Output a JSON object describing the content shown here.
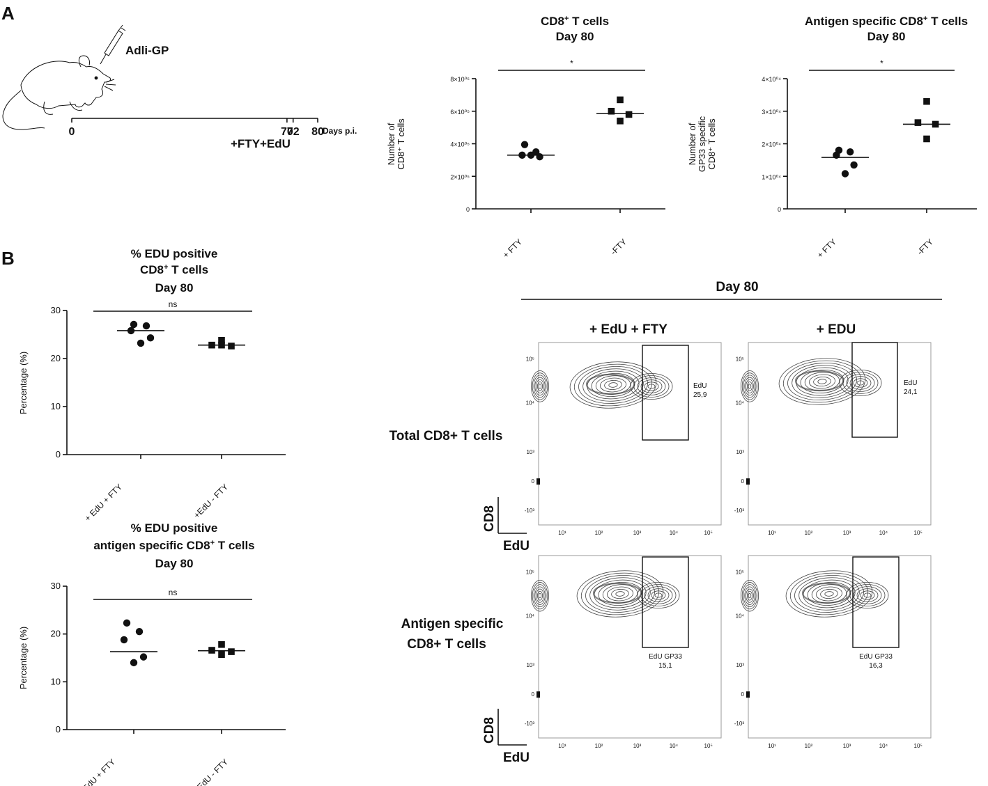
{
  "panel_labels": {
    "a": "A",
    "b": "B"
  },
  "timeline": {
    "injection": "Adli-GP",
    "ticks": [
      "0",
      "70",
      "72",
      "80"
    ],
    "ticks_x": [
      0,
      70,
      72,
      80
    ],
    "unit": "Days p.i.",
    "treatments": [
      "+FTY",
      "+EdU"
    ]
  },
  "chart_data": [
    {
      "id": "cd8_count",
      "type": "scatter",
      "title_main": "CD8",
      "title_sup": "+",
      "title_rest": " T cells",
      "title_line2": "Day 80",
      "ylabel_lines": [
        "Number of",
        "CD8⁺ T cells"
      ],
      "ytick_labels": [
        "0",
        "2×10⁰⁵",
        "4×10⁰⁵",
        "6×10⁰⁵",
        "8×10⁰⁵"
      ],
      "ytick_values": [
        0,
        200000,
        400000,
        600000,
        800000
      ],
      "ylim": [
        0,
        800000
      ],
      "categories": [
        "+ FTY",
        "-FTY"
      ],
      "series": [
        {
          "marker": "circle",
          "values": [
            395000,
            350000,
            330000,
            320000,
            330000
          ],
          "median": 330000
        },
        {
          "marker": "square",
          "values": [
            670000,
            600000,
            580000,
            540000
          ],
          "median": 585000
        }
      ],
      "significance": "*"
    },
    {
      "id": "gp33_count",
      "type": "scatter",
      "title_main": "Antigen specific CD8",
      "title_sup": "+",
      "title_rest": " T cells",
      "title_line2": "Day 80",
      "ylabel_lines": [
        "Number of",
        "GP33 specific",
        "CD8⁺ T cells"
      ],
      "ytick_labels": [
        "0",
        "1×10⁰⁴",
        "2×10⁰⁴",
        "3×10⁰⁴",
        "4×10⁰⁴"
      ],
      "ytick_values": [
        0,
        10000,
        20000,
        30000,
        40000
      ],
      "ylim": [
        0,
        40000
      ],
      "categories": [
        "+ FTY",
        "-FTY"
      ],
      "series": [
        {
          "marker": "circle",
          "values": [
            18000,
            17500,
            16500,
            13500,
            10800
          ],
          "median": 15800
        },
        {
          "marker": "square",
          "values": [
            33000,
            26500,
            26000,
            21500
          ],
          "median": 26000
        }
      ],
      "significance": "*"
    },
    {
      "id": "edu_pct_total",
      "type": "scatter",
      "title_line0": "% EDU positive",
      "title_main": "CD8",
      "title_sup": "+",
      "title_rest": " T cells",
      "title_line2": "Day 80",
      "ylabel": "Percentage (%)",
      "ytick_labels": [
        "0",
        "10",
        "20",
        "30"
      ],
      "ytick_values": [
        0,
        10,
        20,
        30
      ],
      "ylim": [
        0,
        30
      ],
      "categories": [
        "+ EdU + FTY",
        "+EdU - FTY"
      ],
      "series": [
        {
          "marker": "circle",
          "values": [
            27.1,
            26.8,
            25.8,
            24.3,
            23.2
          ],
          "median": 25.8
        },
        {
          "marker": "square",
          "values": [
            23.8,
            22.8,
            22.6,
            22.8
          ],
          "median": 22.8
        }
      ],
      "significance": "ns"
    },
    {
      "id": "edu_pct_gp33",
      "type": "scatter",
      "title_line0": "% EDU positive",
      "title_main": "antigen specific CD8",
      "title_sup": "+",
      "title_rest": " T cells",
      "title_line2": "Day 80",
      "ylabel": "Percentage (%)",
      "ytick_labels": [
        "0",
        "10",
        "20",
        "30"
      ],
      "ytick_values": [
        0,
        10,
        20,
        30
      ],
      "ylim": [
        0,
        30
      ],
      "categories": [
        "+ EdU + FTY",
        "+EdU - FTY"
      ],
      "series": [
        {
          "marker": "circle",
          "values": [
            22.3,
            20.5,
            18.8,
            15.2,
            14.0
          ],
          "median": 16.3
        },
        {
          "marker": "square",
          "values": [
            17.8,
            16.6,
            16.3,
            15.7
          ],
          "median": 16.5
        }
      ],
      "significance": "ns"
    }
  ],
  "flow": {
    "day_title": "Day 80",
    "col_headers": [
      "+ EdU + FTY",
      "+ EDU"
    ],
    "row_labels": [
      [
        "Total CD8+ T cells"
      ],
      [
        "Antigen specific",
        "CD8+ T cells"
      ]
    ],
    "y_axis_label": "CD8",
    "x_axis_label": "EdU",
    "y_ticks": [
      "10⁵",
      "10⁴",
      "10³",
      "0",
      "-10³"
    ],
    "x_ticks": [
      "10¹",
      "10²",
      "10³",
      "10⁴",
      "10⁵"
    ],
    "gates": [
      {
        "name": "EdU",
        "value": "25,9"
      },
      {
        "name": "EdU",
        "value": "24,1"
      },
      {
        "name": "EdU GP33",
        "value": "15,1"
      },
      {
        "name": "EdU GP33",
        "value": "16,3"
      }
    ]
  }
}
